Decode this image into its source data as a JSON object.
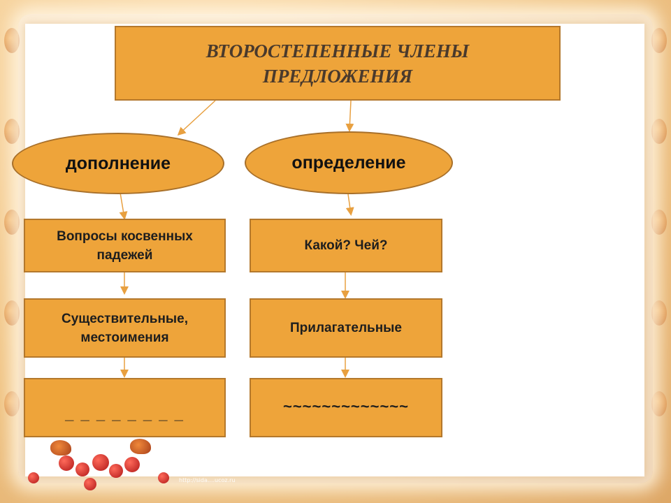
{
  "title": {
    "line1": "ВТОРОСТЕПЕННЫЕ ЧЛЕНЫ",
    "line2": "ПРЕДЛОЖЕНИЯ"
  },
  "left_column": {
    "oval": "дополнение",
    "question": {
      "line1": "Вопросы косвенных",
      "line2": "падежей"
    },
    "parts": {
      "line1": "Существительные,",
      "line2": "местоимения"
    },
    "underline": "_ _ _ _ _ _ _ _"
  },
  "right_column": {
    "oval": "определение",
    "question": "Какой? Чей?",
    "parts": "Прилагательные",
    "underline": "~~~~~~~~~~~~~"
  },
  "watermark": "http://sida....ucoz.ru",
  "colors": {
    "box_fill": "#eea43a",
    "box_border": "#b4782c",
    "arrow": "#e8a040",
    "frame": "#eec68c"
  }
}
